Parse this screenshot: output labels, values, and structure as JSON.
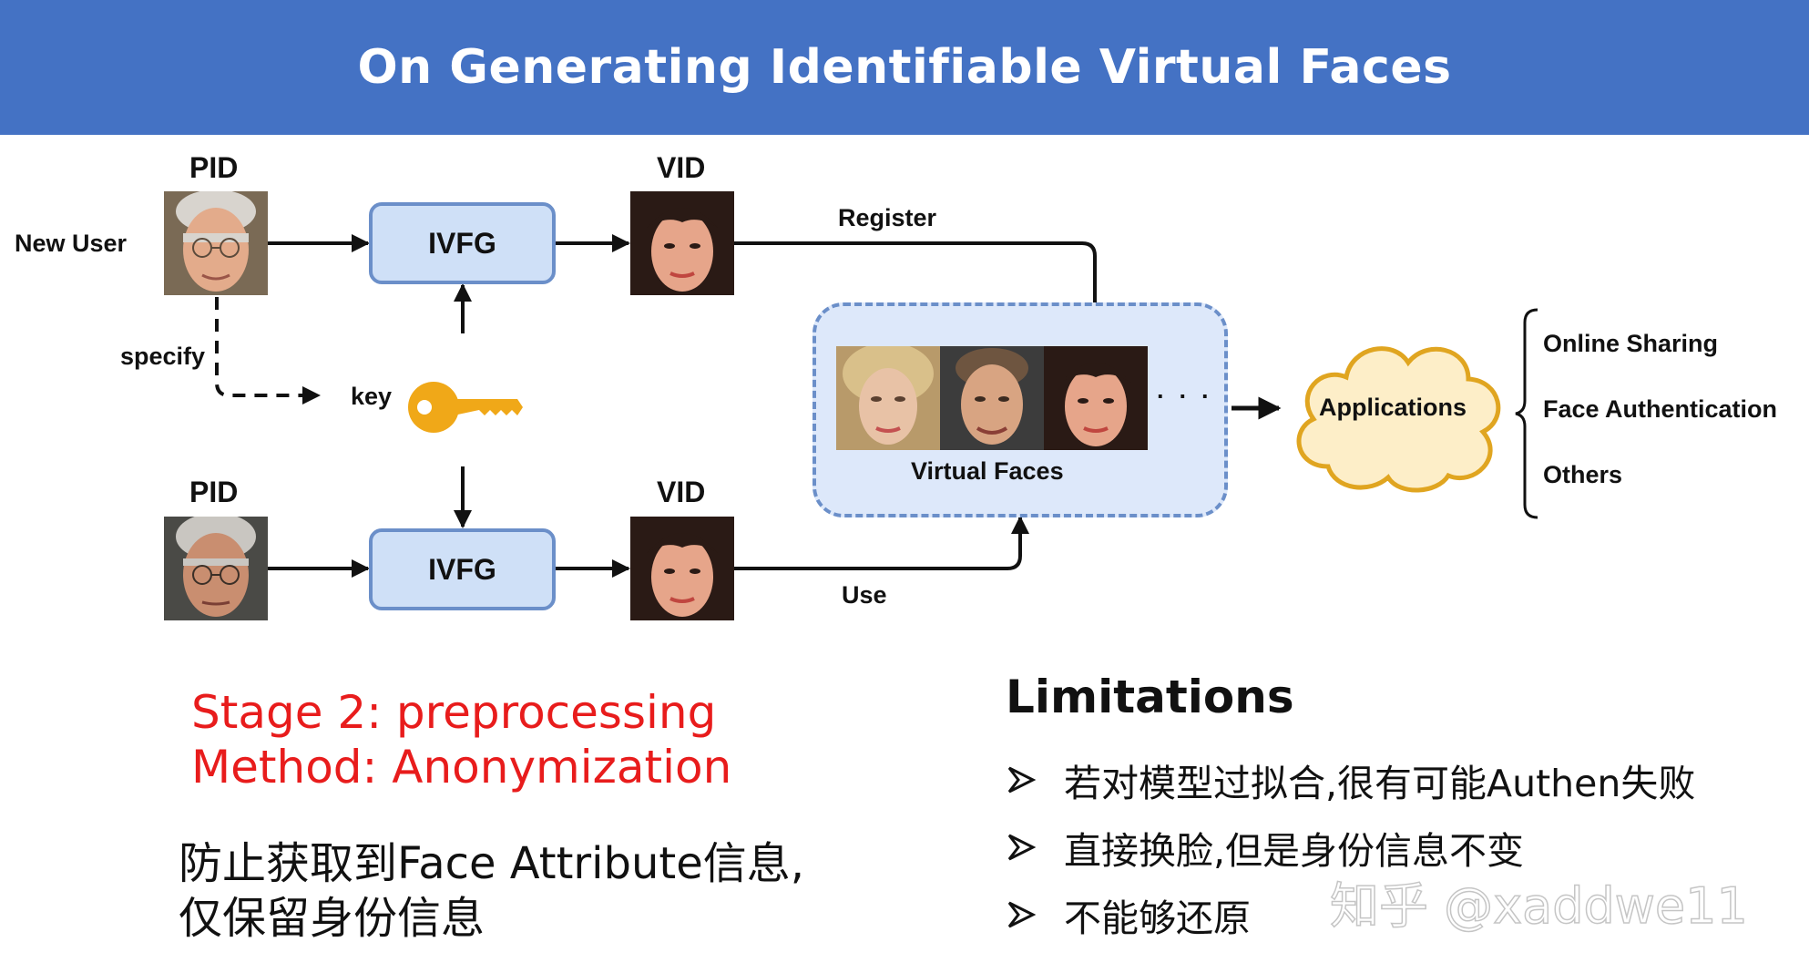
{
  "title": "On Generating Identifiable Virtual Faces",
  "diagram": {
    "pid_label_top": "PID",
    "vid_label_top": "VID",
    "pid_label_bottom": "PID",
    "vid_label_bottom": "VID",
    "new_user": "New User",
    "specify": "specify",
    "key": "key",
    "ivfg_top": "IVFG",
    "ivfg_bottom": "IVFG",
    "register": "Register",
    "use": "Use",
    "virtual_faces": "Virtual Faces",
    "ellipsis": "· · ·",
    "applications": "Applications",
    "app_list": [
      "Online Sharing",
      "Face Authentication",
      "Others"
    ]
  },
  "stage": {
    "line1": "Stage 2: preprocessing",
    "line2": "Method: Anonymization"
  },
  "note": {
    "line1": "防止获取到Face Attribute信息,",
    "line2": "仅保留身份信息"
  },
  "limitations": {
    "title": "Limitations",
    "items": [
      "若对模型过拟合,很有可能Authen失败",
      "直接换脸,但是身份信息不变",
      "不能够还原"
    ]
  },
  "watermark": "知乎 @xaddwe11",
  "colors": {
    "title_bar": "#4472c4",
    "stage_text": "#e81c1c",
    "box_fill": "#cfe0f7",
    "box_border": "#6b8fc9",
    "key": "#f0a818",
    "cloud_fill": "#fdeec8",
    "cloud_border": "#e0a520"
  }
}
